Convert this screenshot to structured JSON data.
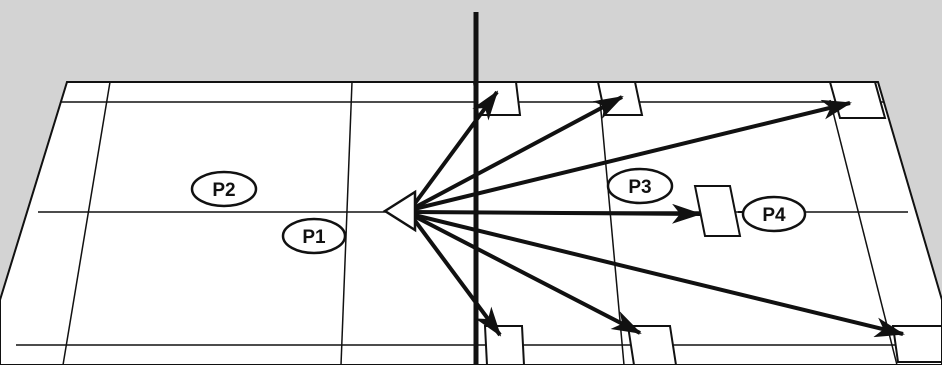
{
  "colors": {
    "background": "#d3d3d3",
    "field": "#ffffff",
    "ink": "#111111"
  },
  "labels": {
    "p1": "P1",
    "p2": "P2",
    "p3": "P3",
    "p4": "P4"
  },
  "icons": {
    "origin": "triangle-icon",
    "arrowhead": "arrowhead-icon"
  }
}
